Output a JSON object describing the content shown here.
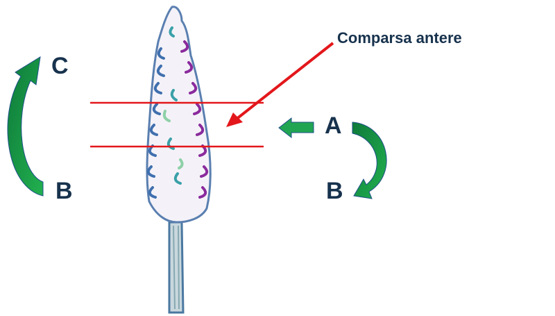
{
  "annotation": "Comparsa antere",
  "labels": {
    "left_top": "C",
    "left_bottom": "B",
    "right_top": "A",
    "right_bottom": "B"
  },
  "colors": {
    "arrow_green": "#1f9a4a",
    "line_red": "#e3171b",
    "label_navy": "#17324d"
  }
}
